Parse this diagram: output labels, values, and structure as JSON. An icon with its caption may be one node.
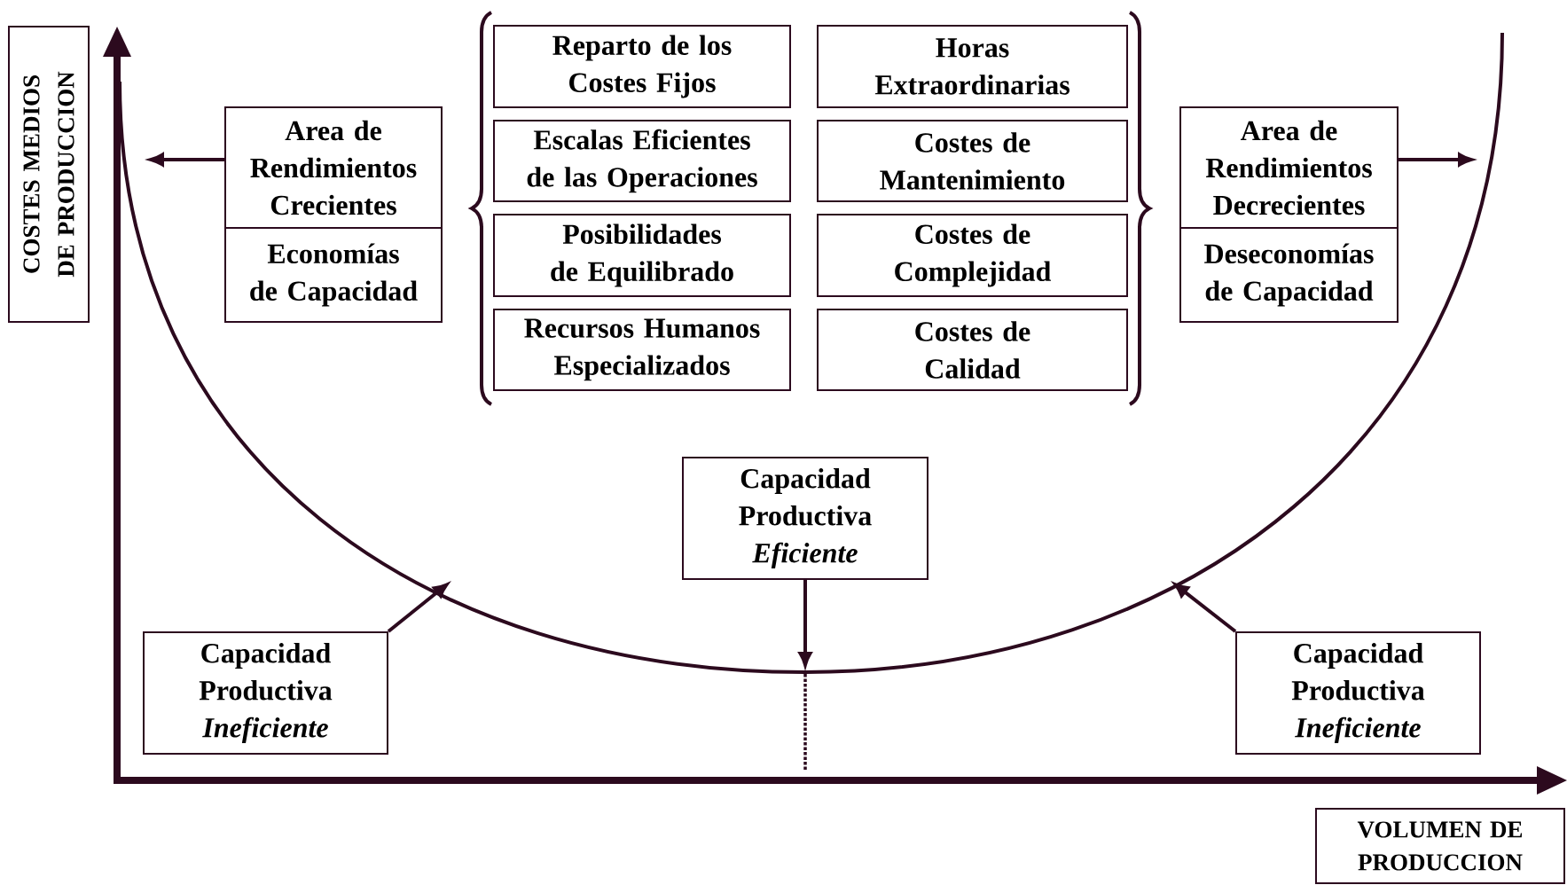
{
  "diagram": {
    "nodes": [
      {
        "text": [
          "Area de Rendimientos Crecientes"
        ]
      },
      {
        "text": [
          "Economías de Capacidad"
        ]
      },
      {
        "text": [
          "Reparto de los Costes Fijos"
        ]
      },
      {
        "text": [
          "Horas Extraordinarias"
        ]
      },
      {
        "text": [
          "Escalas Eficientes de las Operaciones"
        ]
      },
      {
        "text": [
          "Costes de Mantenimiento"
        ]
      },
      {
        "text": [
          "Posibilidades de Equilibrado"
        ]
      },
      {
        "text": [
          "Costes de Complejidad"
        ]
      },
      {
        "text": [
          "Recursos Humanos Especializados"
        ]
      },
      {
        "text": [
          "Costes de Calidad"
        ]
      },
      {
        "text": [
          "Area de Rendimientos Decrecientes"
        ]
      },
      {
        "text": [
          "Deseconomías de Capacidad"
        ]
      },
      {
        "text": [
          "Capacidad Productiva *Eficiente*"
        ]
      },
      {
        "text": [
          "Capacidad Productiva *Ineficiente*"
        ]
      },
      {
        "text": [
          "Capacidad Productiva *Ineficiente*"
        ]
      },
      {
        "text": [
          "COSTES MEDIOS DE PRODUCCION"
        ]
      },
      {
        "text": [
          "VOLUMEN DE PRODUCCION"
        ]
      }
    ],
    "edges": [
      {
        "from": 0,
        "to": null,
        "arrow": "to"
      },
      {
        "from": 10,
        "to": null,
        "arrow": "to"
      },
      {
        "from": 12,
        "to": null,
        "arrow": "to"
      },
      {
        "from": 13,
        "to": null,
        "arrow": "to"
      },
      {
        "from": 14,
        "to": null,
        "arrow": "to"
      }
    ]
  }
}
